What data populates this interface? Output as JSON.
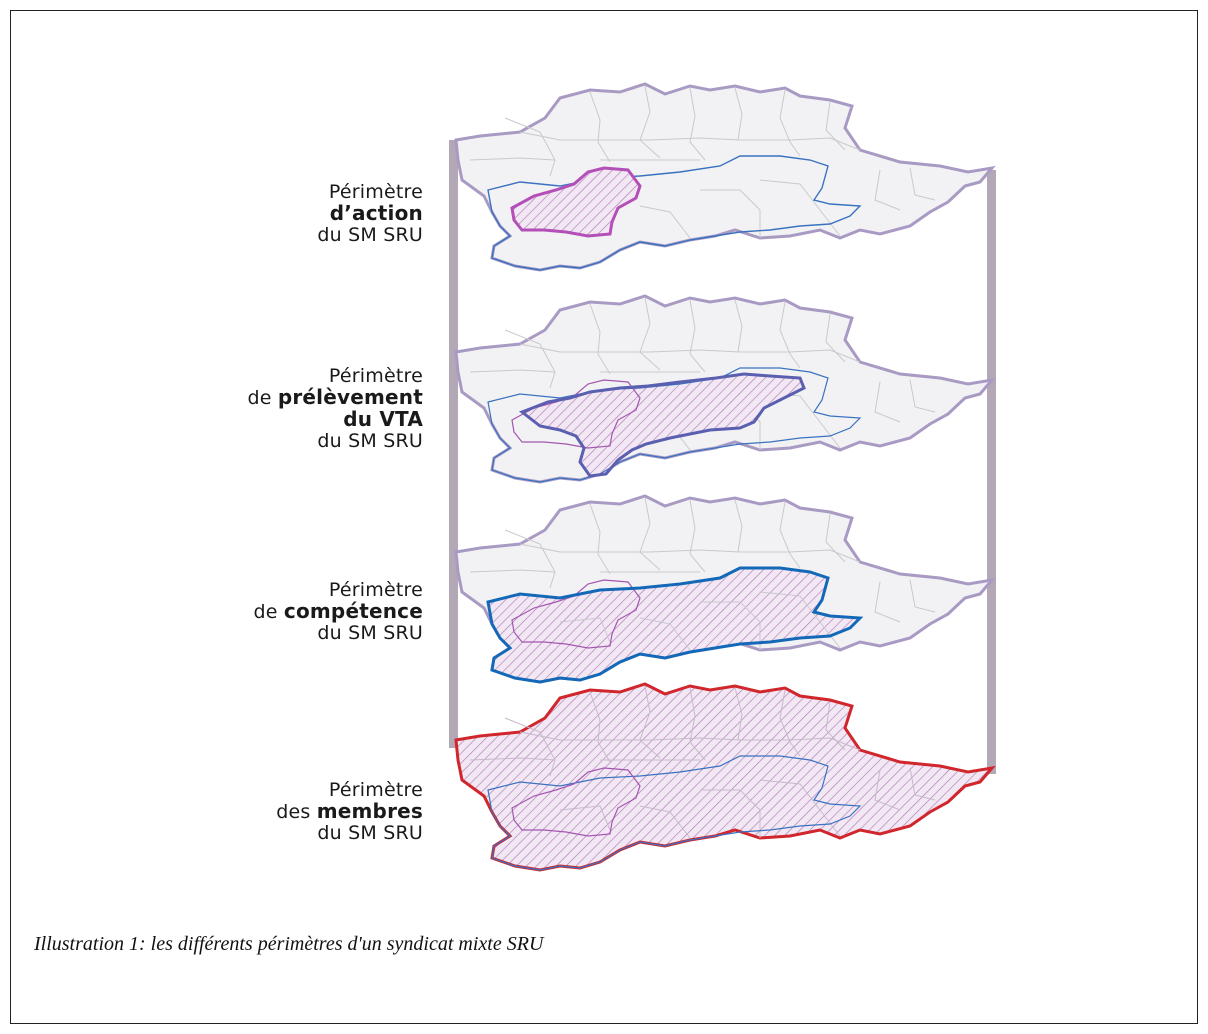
{
  "figure": {
    "layers": [
      {
        "id": "action",
        "line1": "Périmètre",
        "prefix": "",
        "bold": "d’action",
        "extra_bold": "",
        "suffix": "du SM SRU",
        "highlight_color": "#b44fb8",
        "highlight_region": "action"
      },
      {
        "id": "prelevement",
        "line1": "Périmètre",
        "prefix": "de ",
        "bold": "prélèvement",
        "extra_bold": "du VTA",
        "suffix": "du SM SRU",
        "highlight_color": "#5a5fb0",
        "highlight_region": "vta"
      },
      {
        "id": "competence",
        "line1": "Périmètre",
        "prefix": "de ",
        "bold": "compétence",
        "extra_bold": "",
        "suffix": "du SM SRU",
        "highlight_color": "#1468b8",
        "highlight_region": "competence"
      },
      {
        "id": "membres",
        "line1": "Périmètre",
        "prefix": "des ",
        "bold": "membres",
        "extra_bold": "",
        "suffix": "du SM SRU",
        "highlight_color": "#d0262c",
        "highlight_region": "membres"
      }
    ],
    "colors": {
      "territory_fill": "#f2f2f4",
      "outline": "#a99ac4",
      "pillar": "#b3a8b6",
      "internal_lines": "#c9c9cc",
      "hatch": "#b47ab8",
      "competence_line": "#3a72c0",
      "action_line": "#a456b0"
    }
  },
  "caption": "Illustration 1: les différents périmètres d'un syndicat mixte SRU"
}
